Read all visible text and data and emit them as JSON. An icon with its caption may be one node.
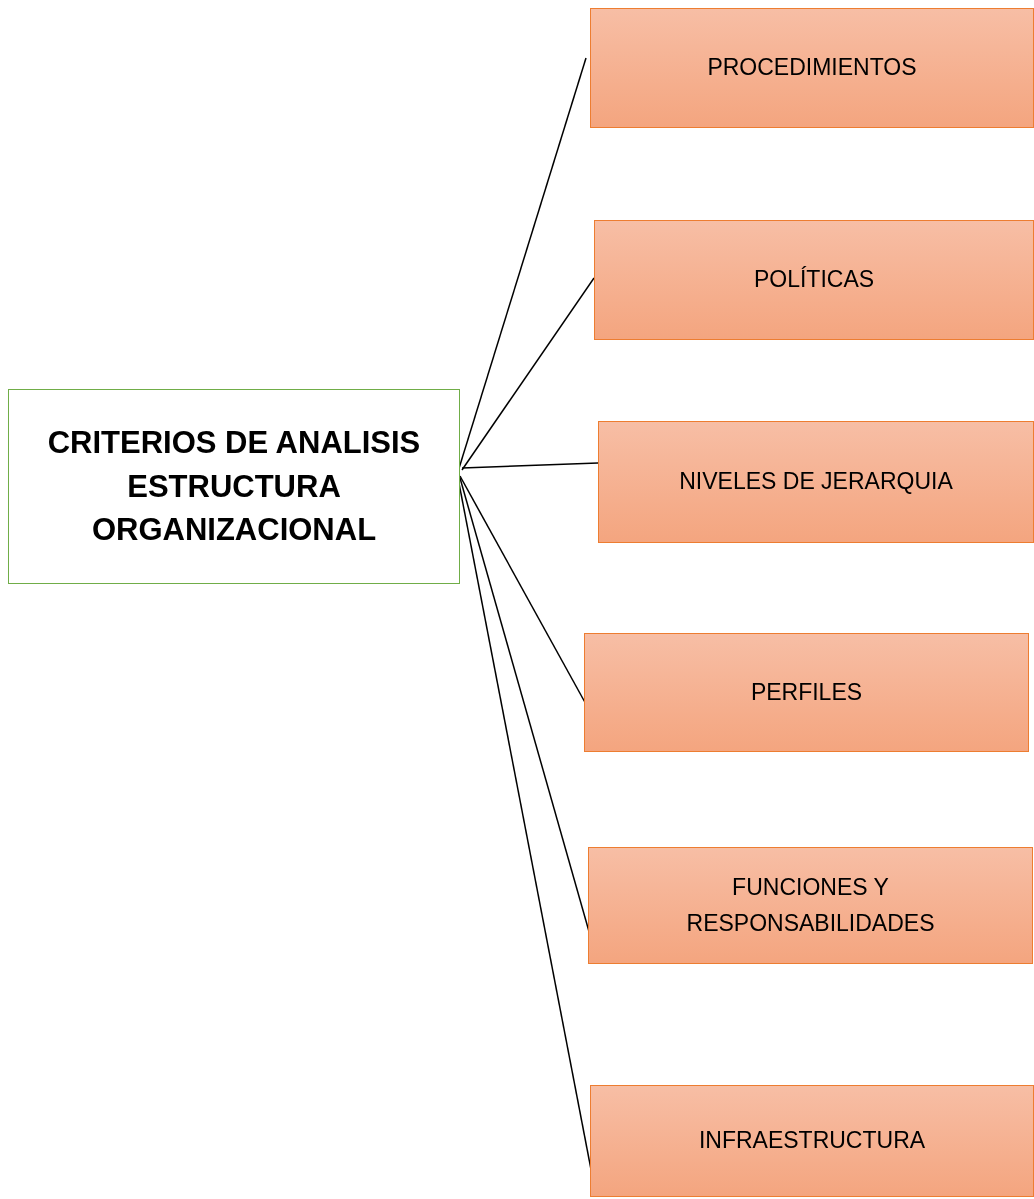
{
  "diagram": {
    "nodes": [
      {
        "text": [
          "CRITERIOS DE ANALISIS ESTRUCTURA ORGANIZACIONAL"
        ]
      },
      {
        "text": [
          "PROCEDIMIENTOS"
        ]
      },
      {
        "text": [
          "POLÍTICAS"
        ]
      },
      {
        "text": [
          "NIVELES DE JERARQUIA"
        ]
      },
      {
        "text": [
          "PERFILES"
        ]
      },
      {
        "text": [
          "FUNCIONES Y RESPONSABILIDADES"
        ]
      },
      {
        "text": [
          "INFRAESTRUCTURA"
        ]
      }
    ],
    "edges": [
      {
        "from": 0,
        "to": 1,
        "arrow": "none"
      },
      {
        "from": 0,
        "to": 2,
        "arrow": "none"
      },
      {
        "from": 0,
        "to": 3,
        "arrow": "none"
      },
      {
        "from": 0,
        "to": 4,
        "arrow": "none"
      },
      {
        "from": 0,
        "to": 5,
        "arrow": "none"
      },
      {
        "from": 0,
        "to": 6,
        "arrow": "none"
      }
    ]
  }
}
